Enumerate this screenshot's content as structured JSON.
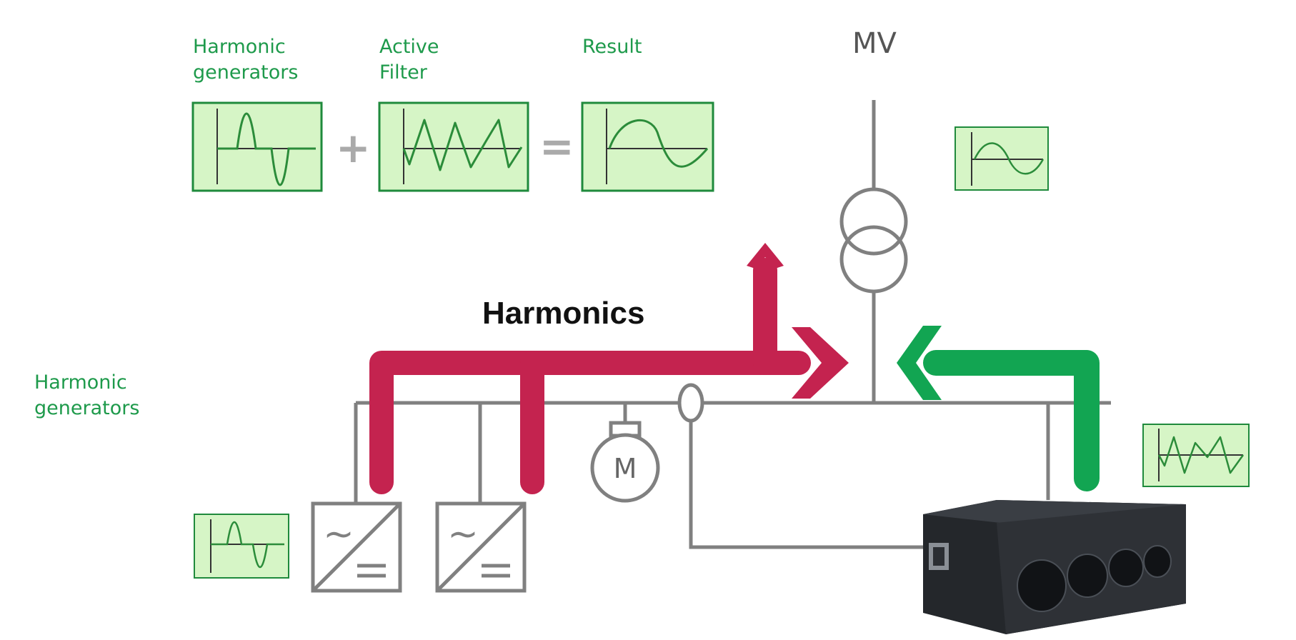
{
  "labels": {
    "harmonic_generators_top": [
      "Harmonic",
      "generators"
    ],
    "active_filter": [
      "Active",
      "Filter"
    ],
    "result": "Result",
    "plus": "+",
    "equals": "=",
    "mv": "MV",
    "harmonics": "Harmonics",
    "harmonic_generators_left": [
      "Harmonic",
      "generators"
    ],
    "motor": "M",
    "converter_ac": "~"
  },
  "colors": {
    "green_text": "#1e9a4b",
    "harmonics_arrow": "#c4234f",
    "filter_arrow": "#12a552",
    "busbar": "#808080",
    "panel_fill": "#d6f5c6",
    "panel_border": "#1f8a3c",
    "wave": "#2b8c3a",
    "device_body": "#2b2e33"
  },
  "icons": {
    "motor": "motor-symbol",
    "transformer": "transformer-symbol",
    "converter": "ac-dc-converter-symbol",
    "current_sensor": "current-transformer-symbol",
    "active_filter_device": "active-filter-cabinet"
  }
}
